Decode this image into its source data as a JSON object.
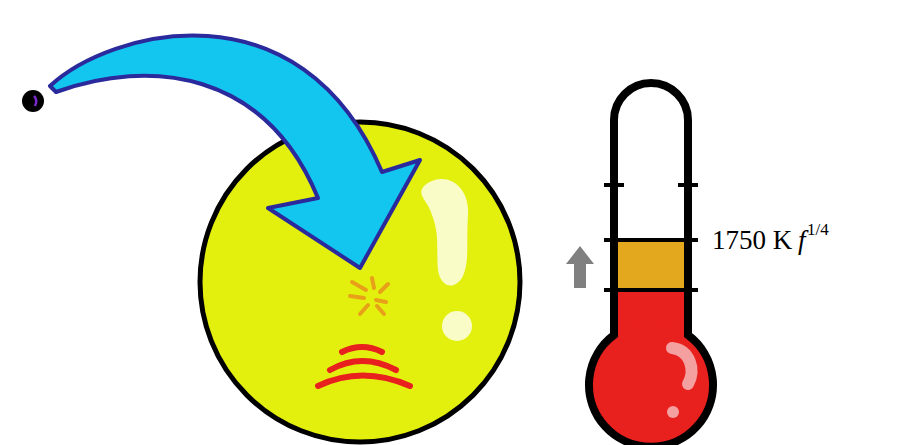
{
  "diagram": {
    "labels": [
      "1750 K",
      "f",
      "1/4"
    ]
  }
}
